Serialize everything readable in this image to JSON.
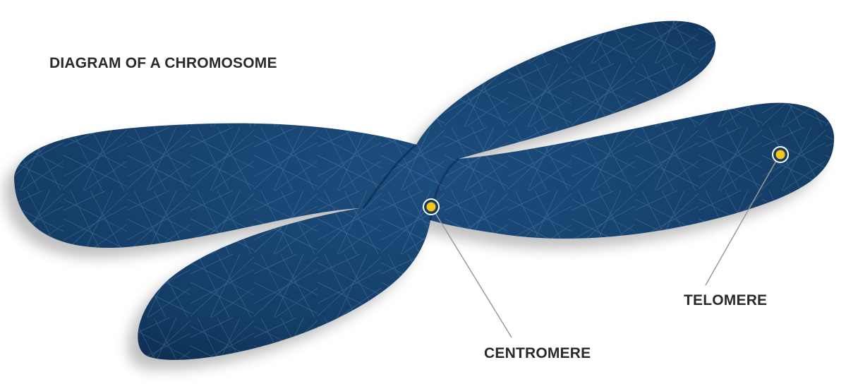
{
  "title": "DIAGRAM OF A CHROMOSOME",
  "labels": {
    "centromere": "CENTROMERE",
    "telomere": "TELOMERE"
  },
  "colors": {
    "chromosome": "#143d66",
    "chromosome_dark": "#0c2d50",
    "fiber": "#6f9bc8",
    "marker": "#f5c518",
    "leader_line": "#9a9a9a",
    "text": "#2a2a2a"
  }
}
